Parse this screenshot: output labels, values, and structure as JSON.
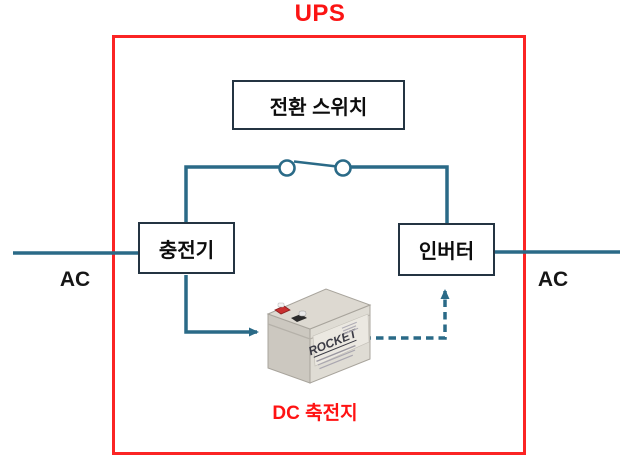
{
  "title": "UPS",
  "boxes": {
    "transfer_switch": "전환 스위치",
    "charger": "충전기",
    "inverter": "인버터"
  },
  "labels": {
    "ac_left": "AC",
    "ac_right": "AC",
    "dc_battery": "DC 축전지"
  },
  "battery": {
    "brand": "ROCKET"
  },
  "colors": {
    "boundary_red": "#fb2424",
    "title_red": "#fb1414",
    "line_teal": "#2a6a87",
    "box_border": "#243442",
    "battery_body": "#d9d5cd"
  }
}
